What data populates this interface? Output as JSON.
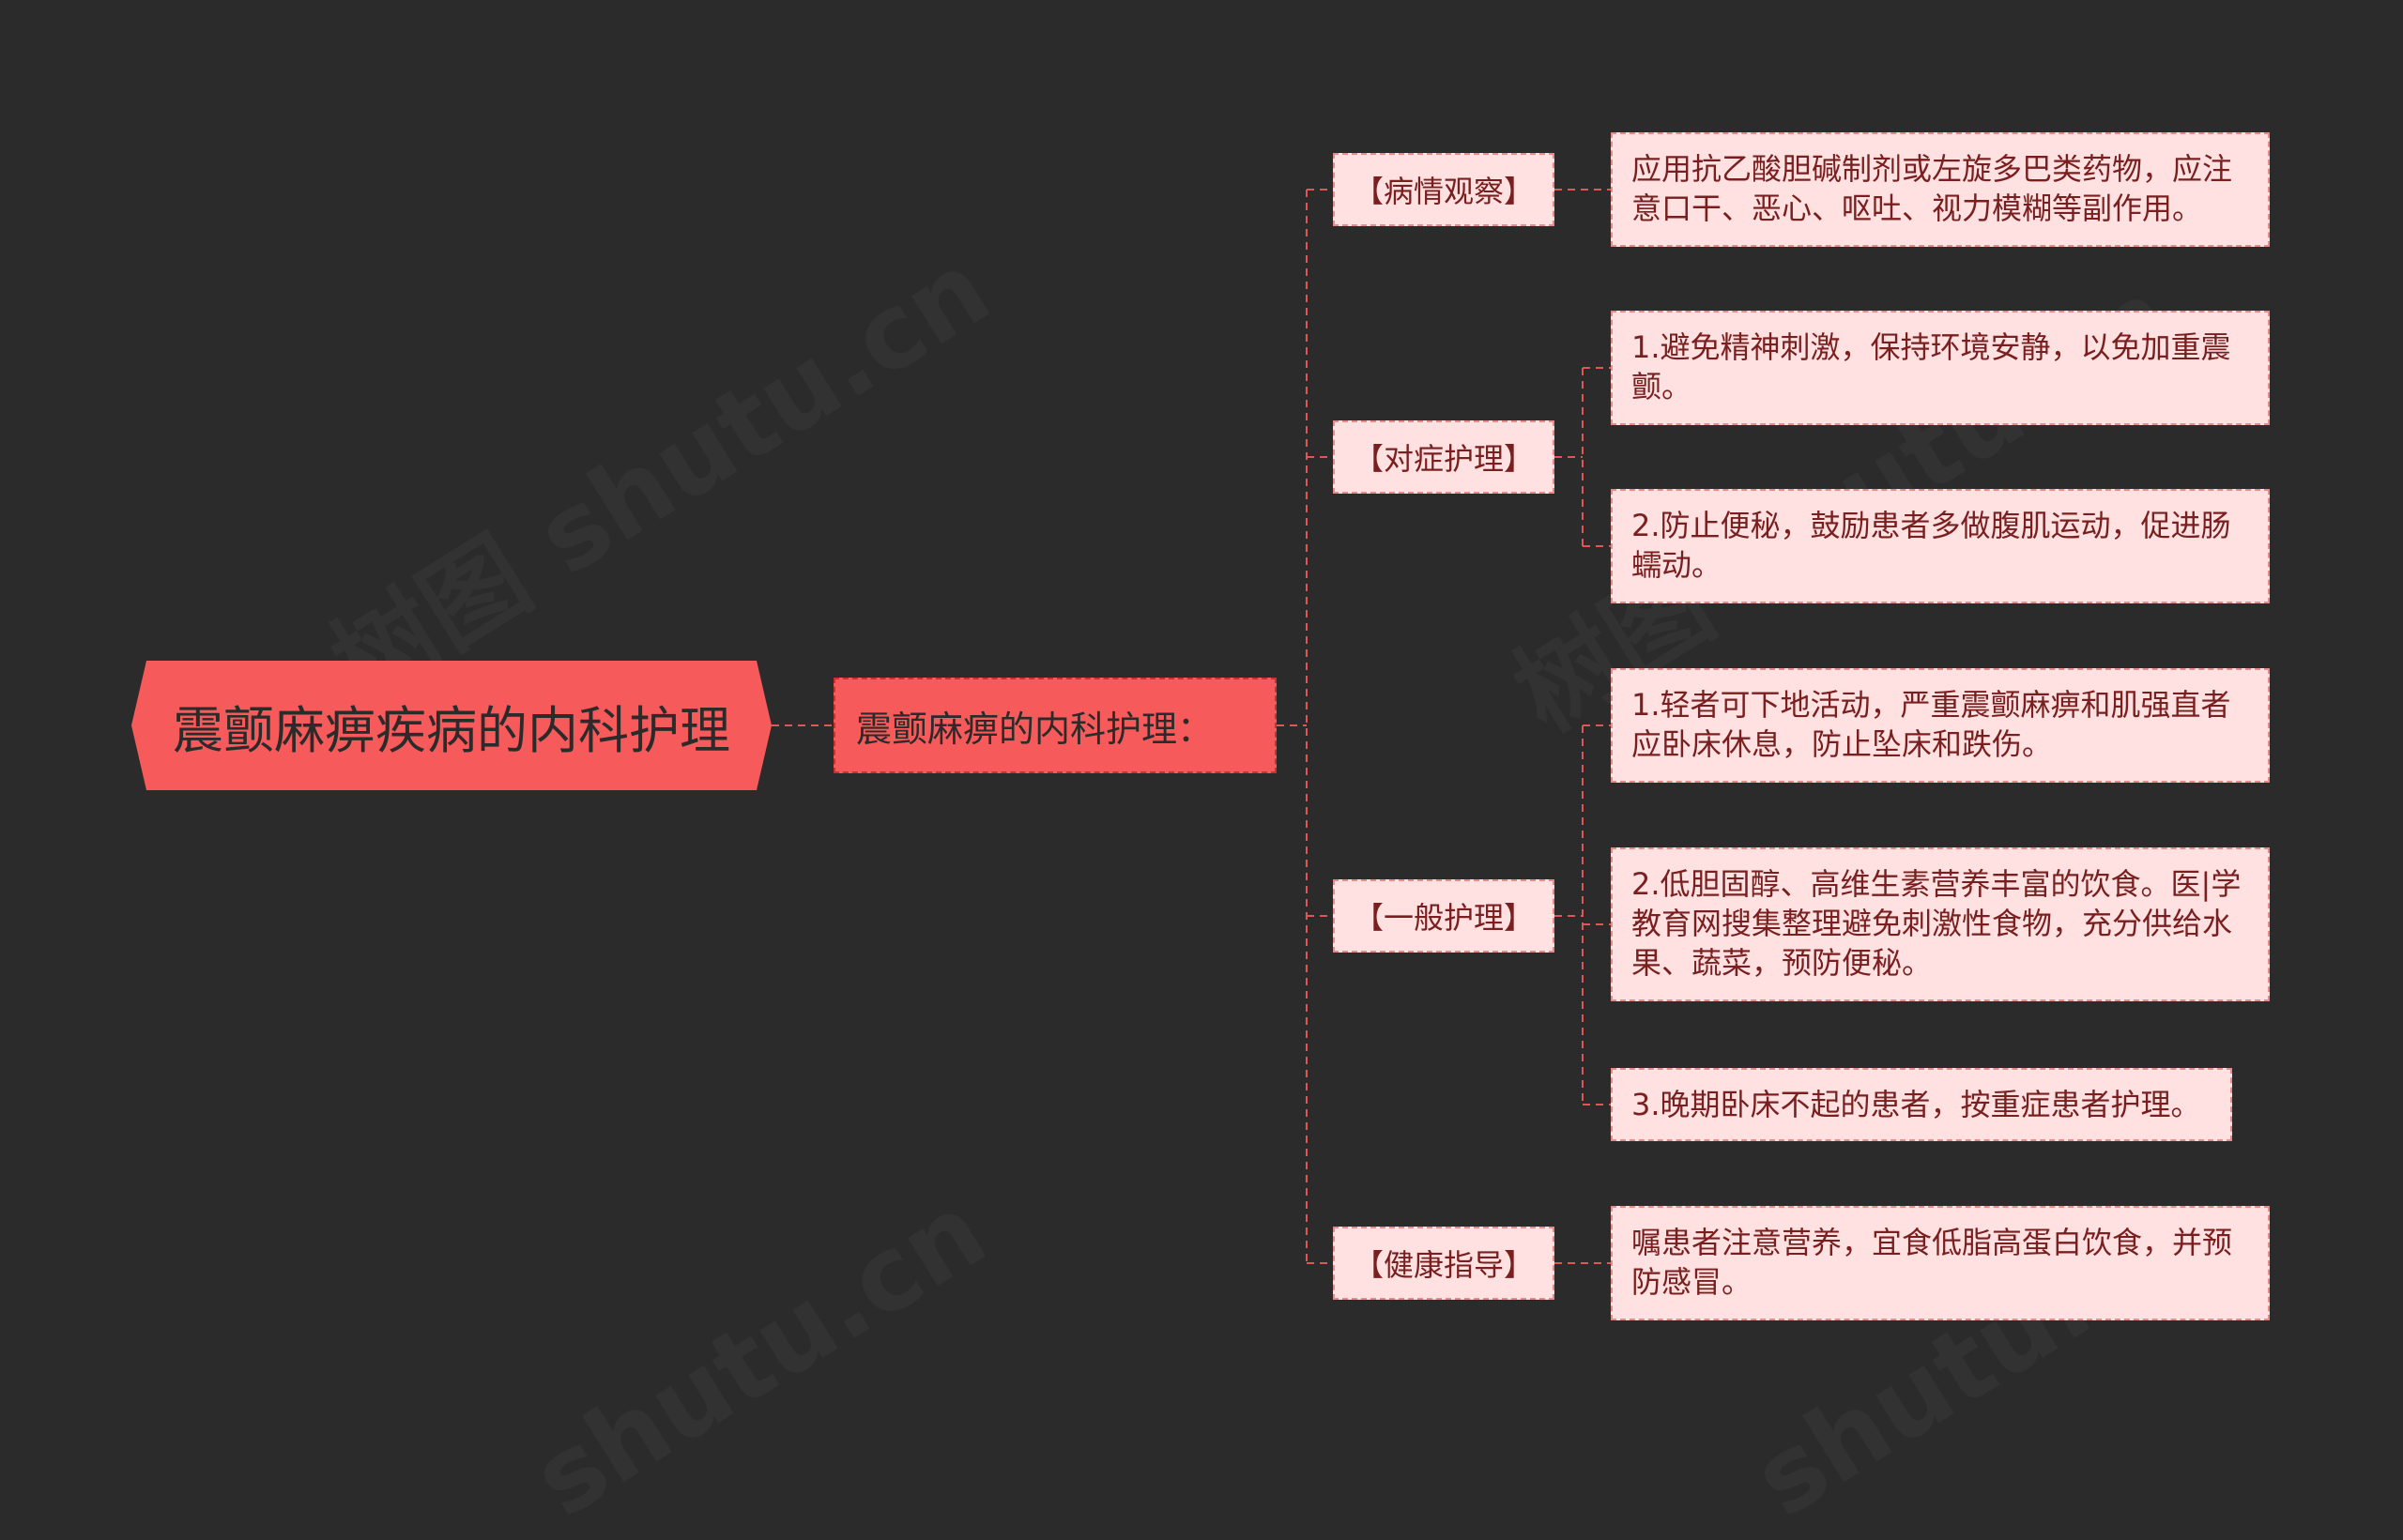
{
  "title": "震颤麻痹疾病的内科护理",
  "branch": "震颤麻痹的内科护理：",
  "colors": {
    "background": "#2b2b2b",
    "root_fill": "#f75a5a",
    "node_fill": "#ffe1e1",
    "node_border": "#e68a8a",
    "node_text": "#7a1f1f",
    "link": "#e05555"
  },
  "categories": [
    {
      "label": "【病情观察】",
      "items": [
        "应用抗乙酸胆碱制剂或左旋多巴类药物，应注意口干、恶心、呕吐、视力模糊等副作用。"
      ]
    },
    {
      "label": "【对症护理】",
      "items": [
        "1.避免精神刺激，保持环境安静，以免加重震颤。",
        "2.防止便秘，鼓励患者多做腹肌运动，促进肠蠕动。"
      ]
    },
    {
      "label": "【一般护理】",
      "items": [
        "1.轻者可下地活动，严重震颤麻痹和肌强直者应卧床休息，防止坠床和跌伤。",
        "2.低胆固醇、高维生素营养丰富的饮食。医|学教育网搜集整理避免刺激性食物，充分供给水果、蔬菜，预防便秘。",
        "3.晚期卧床不起的患者，按重症患者护理。"
      ]
    },
    {
      "label": "【健康指导】",
      "items": [
        "嘱患者注意营养，宜食低脂高蛋白饮食，并预防感冒。"
      ]
    }
  ]
}
